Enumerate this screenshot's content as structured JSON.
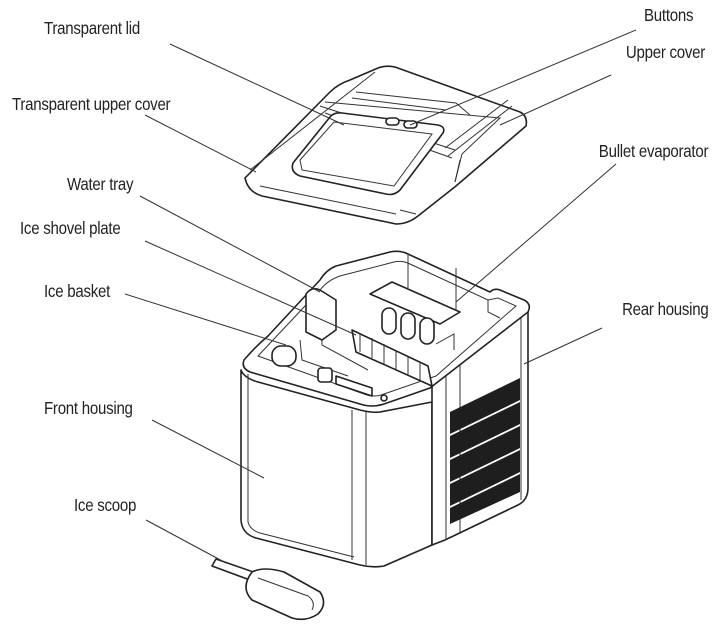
{
  "labels": {
    "transparent_lid": "Transparent lid",
    "transparent_upper_cover": "Transparent upper cover",
    "water_tray": "Water tray",
    "ice_shovel_plate": "Ice shovel plate",
    "ice_basket": "Ice basket",
    "front_housing": "Front housing",
    "ice_scoop": "Ice scoop",
    "buttons": "Buttons",
    "upper_cover": "Upper cover",
    "bullet_evaporator": "Bullet evaporator",
    "rear_housing": "Rear housing"
  }
}
